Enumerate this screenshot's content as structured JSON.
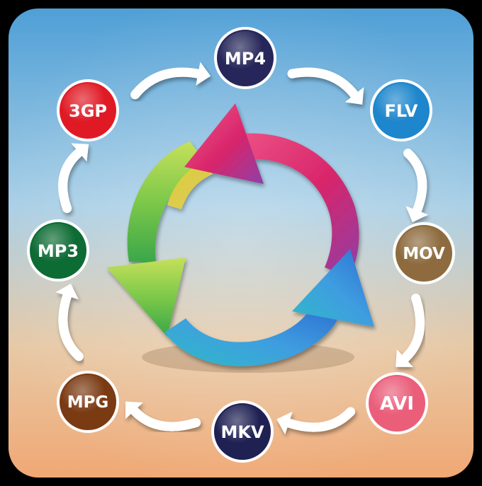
{
  "formats": [
    {
      "id": "mp4",
      "label": "MP4",
      "color": "#26265a"
    },
    {
      "id": "flv",
      "label": "FLV",
      "color": "#1d86cc"
    },
    {
      "id": "mov",
      "label": "MOV",
      "color": "#8d6b3e"
    },
    {
      "id": "avi",
      "label": "AVI",
      "color": "#ea5e7a"
    },
    {
      "id": "mkv",
      "label": "MKV",
      "color": "#1f2153"
    },
    {
      "id": "mpg",
      "label": "MPG",
      "color": "#7a3a12"
    },
    {
      "id": "mp3",
      "label": "MP3",
      "color": "#0d6b34"
    },
    {
      "id": "3gp",
      "label": "3GP",
      "color": "#e01a25"
    }
  ],
  "colors": {
    "frame": "#000000",
    "sky_top": "#4f9fd6",
    "sky_mid": "#a9cfe6",
    "sand_mid": "#e7c9a6",
    "sand_bottom": "#f0a874",
    "cycle_arrow_white": "#ffffff",
    "arrow_magenta": "#e3306f",
    "arrow_blue": "#2b7fd6",
    "arrow_green": "#6cc24a"
  },
  "icons": [
    "cycle-arrows-icon",
    "curved-arrow-icon"
  ]
}
